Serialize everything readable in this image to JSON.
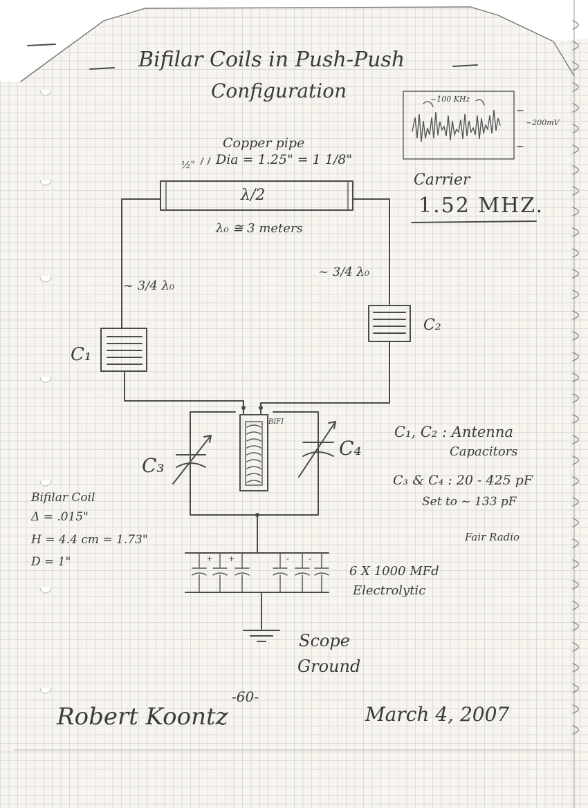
{
  "title": {
    "line1": "Bifilar Coils in Push-Push",
    "line2": "Configuration"
  },
  "scope": {
    "freq_label": "~100 KHz",
    "amp_label": "~200mV"
  },
  "carrier": {
    "label": "Carrier",
    "value": "1.52 MHZ."
  },
  "pipe": {
    "label1": "Copper pipe",
    "label2": "Dia = 1.25\" = 1 1/8\"",
    "marker": "½\"",
    "inner_label": "λ/2"
  },
  "wavelength_note": "λ₀ ≅ 3 meters",
  "left_leg": "~ 3/4 λ₀",
  "right_leg": "~ 3/4 λ₀",
  "c1": "C₁",
  "c2": "C₂",
  "c3": "C₃",
  "c4": "C₄",
  "coil_label": "BIFI",
  "notes": {
    "antenna_line1": "C₁, C₂ : Antenna",
    "antenna_line2": "Capacitors",
    "tuning_line1": "C₃ & C₄ : 20 - 425 pF",
    "tuning_line2": "Set to ~ 133 pF",
    "tuning_line3": "Fair Radio"
  },
  "bifilar": {
    "title": "Bifilar Coil",
    "spacing": "Δ = .015\"",
    "height": "H = 4.4 cm = 1.73\"",
    "diameter": "D = 1\""
  },
  "bank": {
    "line1": "6 X 1000 MFd",
    "line2": "Electrolytic",
    "plus": "+",
    "minus": "-"
  },
  "ground": {
    "line1": "Scope",
    "line2": "Ground"
  },
  "signature": "Robert Koontz",
  "page_number": "-60-",
  "date": "March 4, 2007",
  "colors": {
    "ink": "#3a3a3a",
    "paper": "#f7f5ee",
    "grid": "#d9dbe0"
  }
}
